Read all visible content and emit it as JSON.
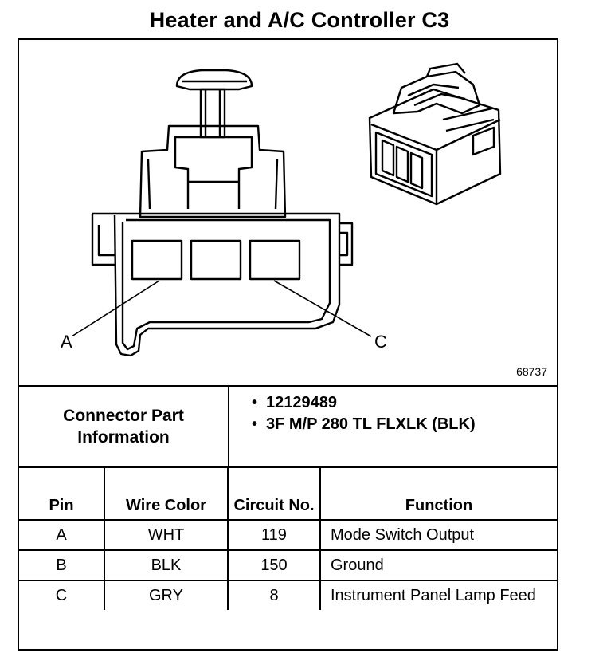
{
  "title": "Heater and A/C Controller C3",
  "figure_number": "68737",
  "callouts": {
    "a": "A",
    "c": "C"
  },
  "connector_info": {
    "label": "Connector Part Information",
    "items": [
      "12129489",
      "3F M/P 280 TL FLXLK (BLK)"
    ]
  },
  "pin_table": {
    "headers": {
      "pin": "Pin",
      "wire_color": "Wire Color",
      "circuit_no": "Circuit No.",
      "function": "Function"
    },
    "rows": [
      {
        "pin": "A",
        "wire_color": "WHT",
        "circuit_no": "119",
        "function": "Mode Switch Output"
      },
      {
        "pin": "B",
        "wire_color": "BLK",
        "circuit_no": "150",
        "function": "Ground"
      },
      {
        "pin": "C",
        "wire_color": "GRY",
        "circuit_no": "8",
        "function": "Instrument Panel Lamp Feed"
      }
    ]
  }
}
